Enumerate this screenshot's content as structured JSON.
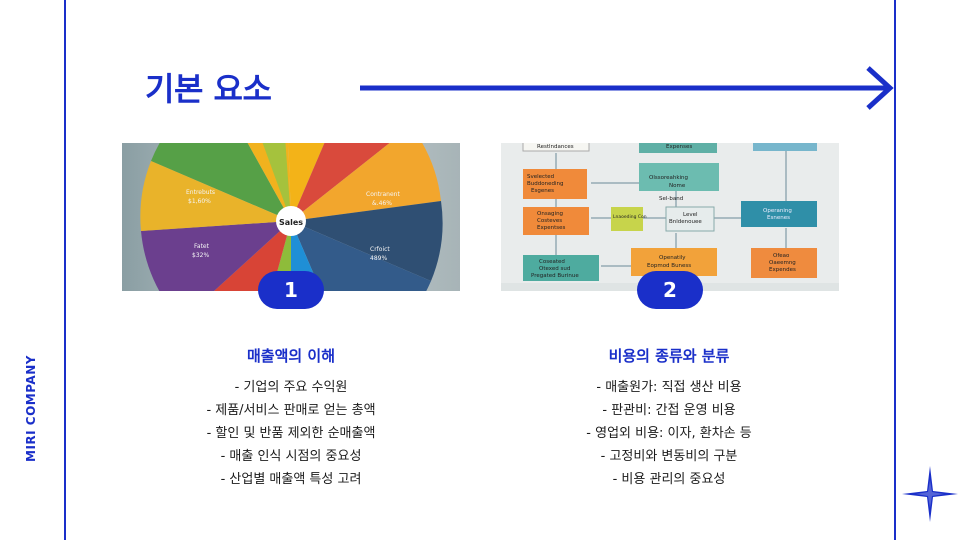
{
  "brand": "MIRI COMPANY",
  "title": "기본 요소",
  "colors": {
    "accent": "#1a2fc9"
  },
  "cards": [
    {
      "badge": "1",
      "heading": "매출액의 이해",
      "items": [
        "- 기업의 주요 수익원",
        "- 제품/서비스 판매로 얻는 총액",
        "- 할인 및 반품 제외한 순매출액",
        "- 매출 인식 시점의 중요성",
        "- 산업별 매출액 특성 고려"
      ],
      "image": {
        "center_label": "Sales",
        "labels": [
          "Entrebuts",
          "$1,60%",
          "Fatet",
          "$32%",
          "Contranent",
          "&.46%",
          "Crfoict",
          "489%"
        ]
      }
    },
    {
      "badge": "2",
      "heading": "비용의 종류와 분류",
      "items": [
        "- 매출원가: 직접 생산 비용",
        "- 판관비: 간접 운영 비용",
        "- 영업외 비용: 이자, 환차손 등",
        "- 고정비와 변동비의 구분",
        "- 비용 관리의 중요성"
      ],
      "image": {
        "labels": [
          "Restlndances",
          "Expenses",
          "Svelected",
          "Buddoneding",
          "Esgenes",
          "Olssoreahking",
          "Nome",
          "Sel-band",
          "Onsaging",
          "Costeves",
          "Expentses",
          "Lnaoeding Con",
          "Level",
          "Bnldenouee",
          "Operaning",
          "Esnenes",
          "Coseated",
          "Otexed sud",
          "Pregated Burinue",
          "Openatily",
          "Eopmod Buness",
          "Ofeao",
          "Oaeemng",
          "Expendes"
        ]
      }
    }
  ]
}
